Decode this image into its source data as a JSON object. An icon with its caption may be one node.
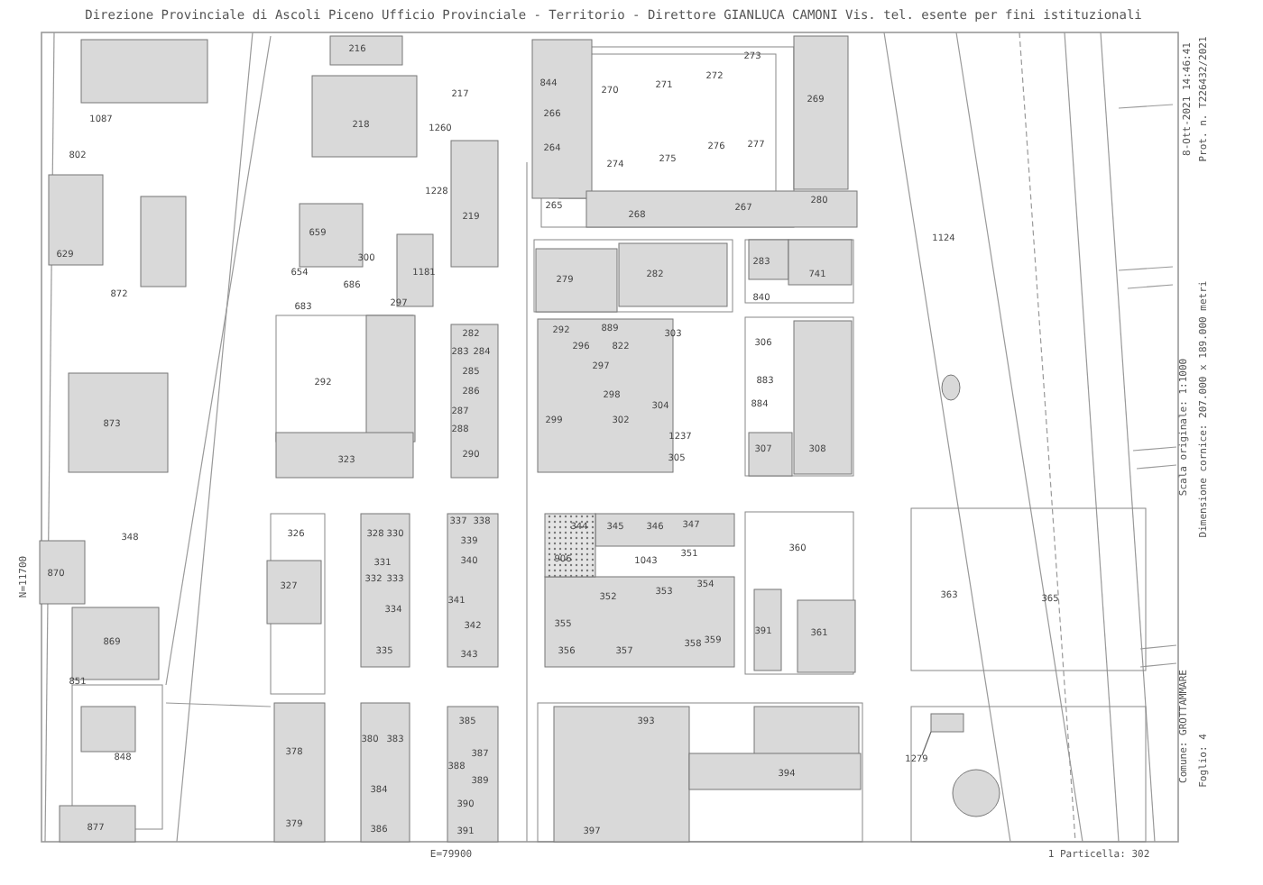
{
  "diagram": {
    "nodes": [
      {
        "text": [
          "1279"
        ]
      },
      {
        "text": [],
        "shape": "box"
      }
    ],
    "edges": [
      {
        "from": 0,
        "to": 1,
        "arrow": "none"
      }
    ],
    "labels": [
      "Direzione Provinciale di Ascoli Piceno  Ufficio Provinciale - Territorio - Direttore GIANLUCA CAMONI  Vis. tel. esente per fini istituzionali",
      "8-Ott-2021 14:46:41",
      "Prot. n. T226432/2021",
      "Scala originale: 1:1000",
      "Dimensione cornice: 207.000 x 189.000 metri",
      "Comune: GROTTAMMARE",
      "Foglio: 4",
      "N=11700",
      "E=79900",
      "1 Particella: 302",
      "1087",
      "802",
      "629",
      "872",
      "873",
      "216",
      "218",
      "217",
      "1260",
      "1228",
      "219",
      "659",
      "300",
      "654",
      "686",
      "1181",
      "683",
      "297",
      "292",
      "282",
      "283",
      "284",
      "285",
      "286",
      "287",
      "288",
      "844",
      "266",
      "264",
      "265",
      "270",
      "271",
      "272",
      "273",
      "274",
      "275",
      "276",
      "277",
      "268",
      "267",
      "269",
      "280",
      "279",
      "282",
      "283",
      "741",
      "840",
      "1124",
      "292",
      "889",
      "303",
      "296",
      "822",
      "297",
      "298",
      "299",
      "302",
      "304",
      "1237",
      "306",
      "883",
      "884",
      "307",
      "308",
      "323",
      "290",
      "305",
      "348",
      "870",
      "869",
      "851",
      "848",
      "877",
      "326",
      "327",
      "328",
      "330",
      "331",
      "332",
      "333",
      "334",
      "335",
      "337",
      "338",
      "339",
      "340",
      "341",
      "342",
      "343",
      "344",
      "345",
      "346",
      "347",
      "906",
      "1043",
      "351",
      "352",
      "353",
      "354",
      "355",
      "356",
      "357",
      "358",
      "359",
      "360",
      "391",
      "361",
      "363",
      "365",
      "378",
      "379",
      "380",
      "383",
      "384",
      "386",
      "385",
      "387",
      "388",
      "389",
      "390",
      "391",
      "393",
      "394",
      "397"
    ]
  }
}
